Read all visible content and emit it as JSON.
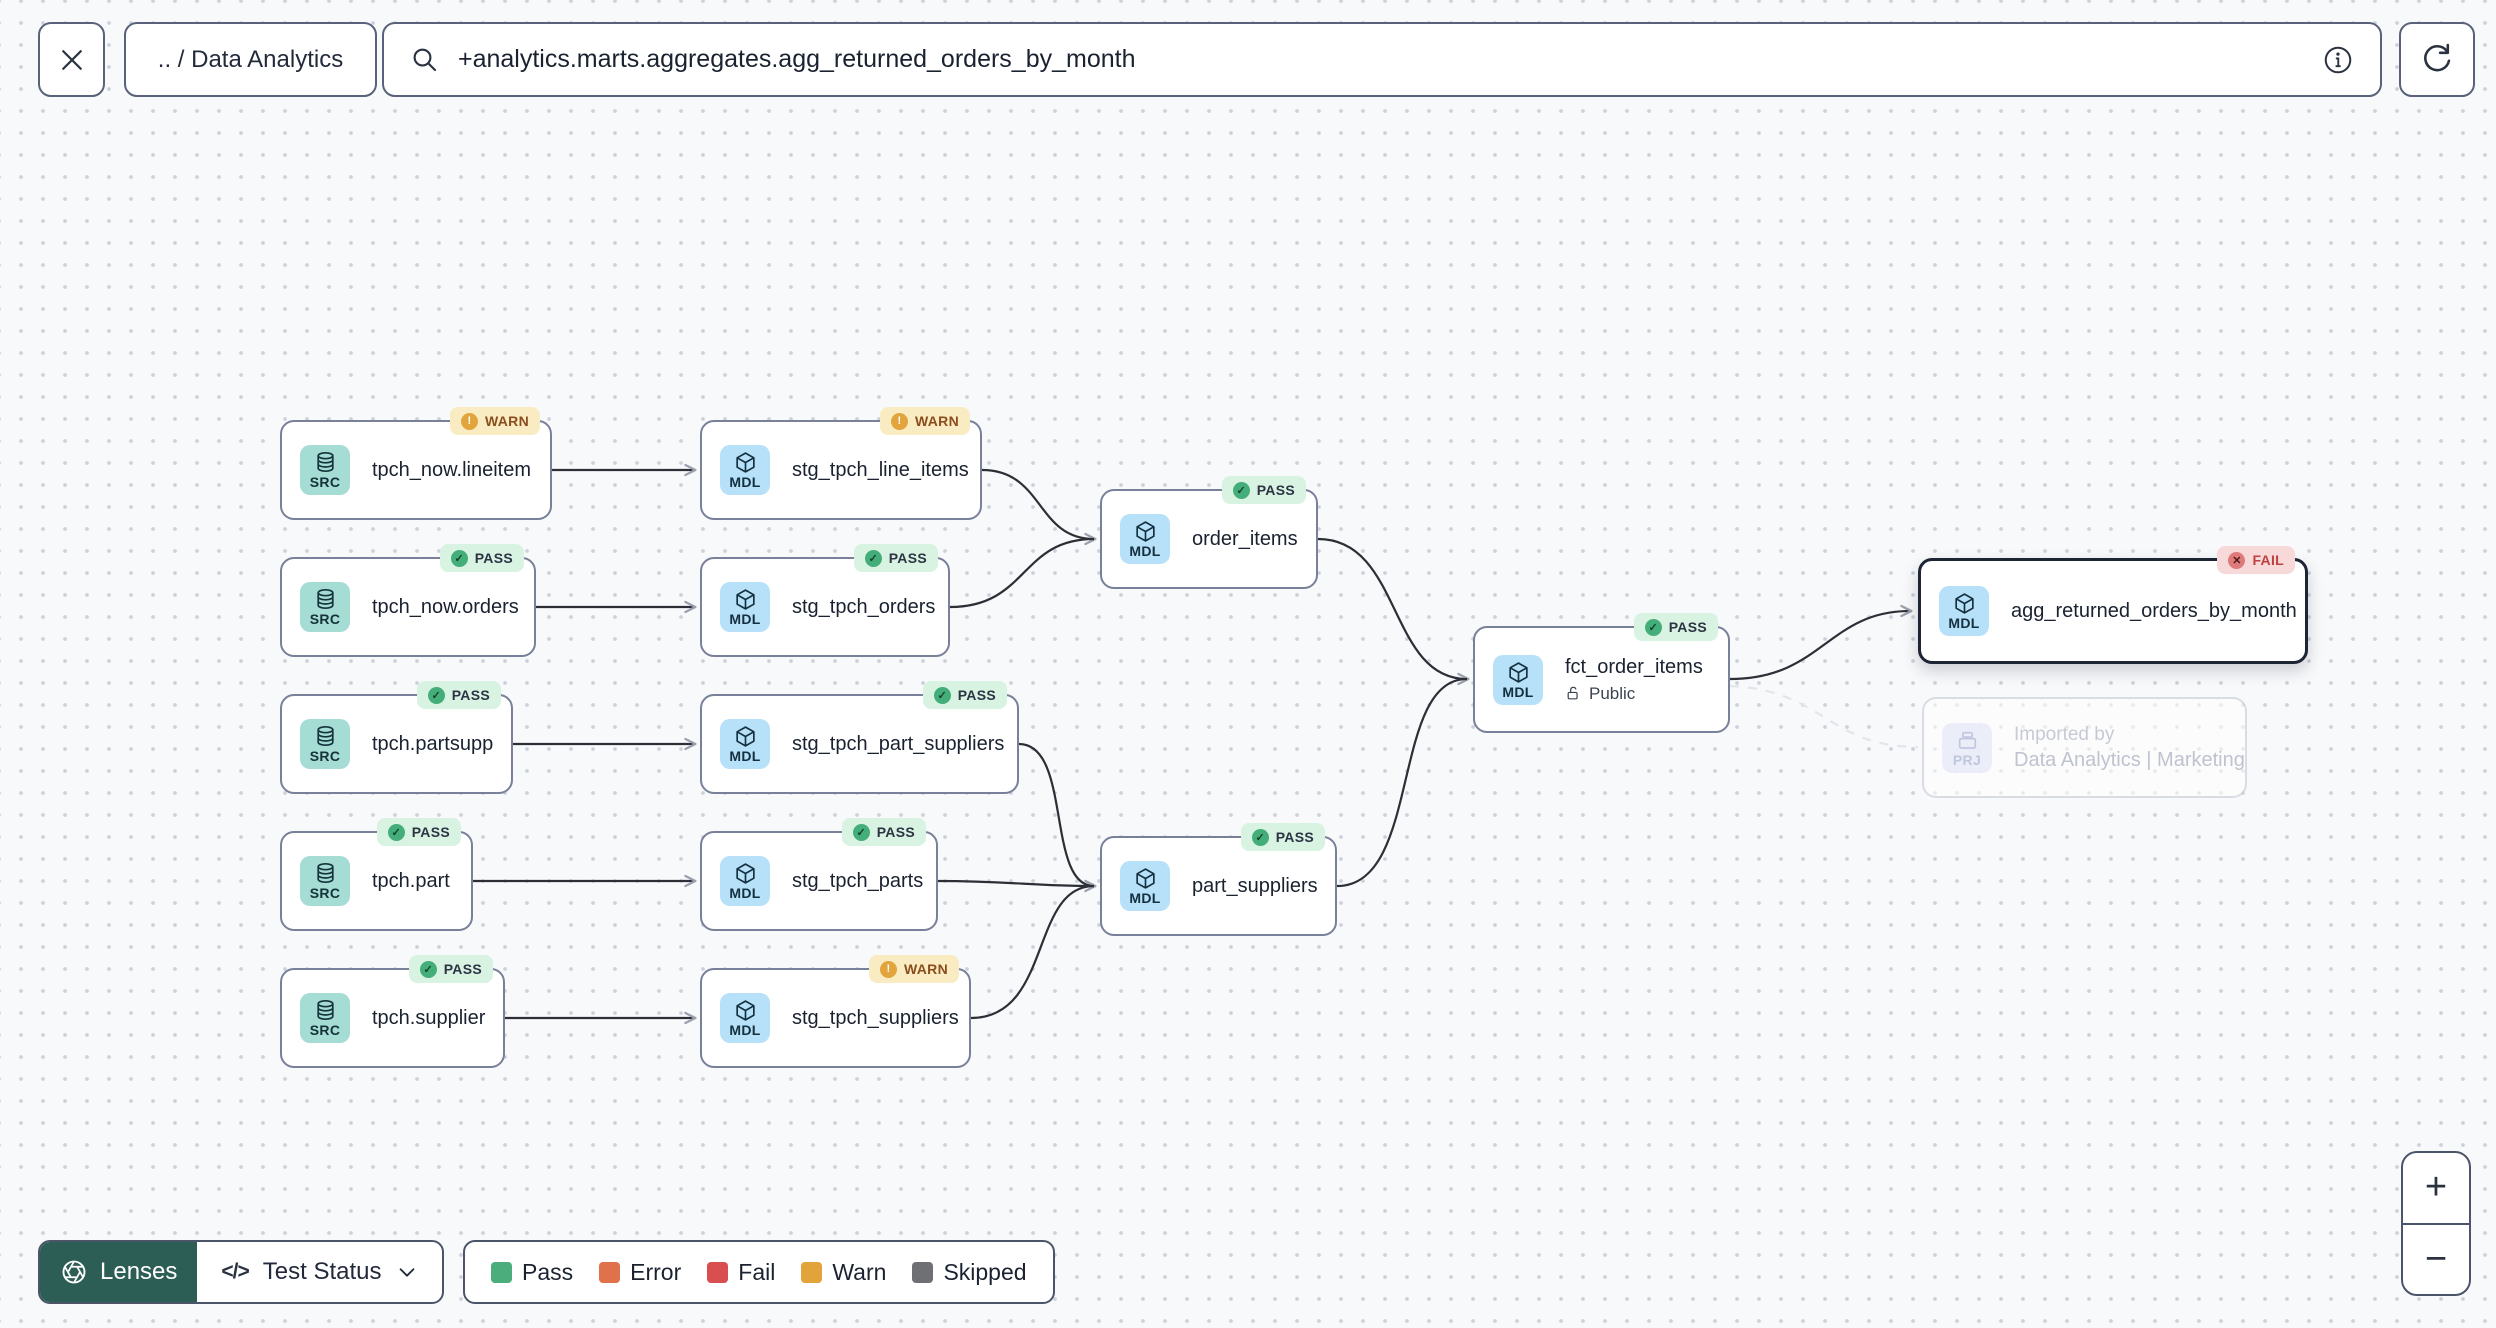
{
  "topbar": {
    "breadcrumb": ".. / Data Analytics",
    "search_value": "+analytics.marts.aggregates.agg_returned_orders_by_month"
  },
  "nodes": [
    {
      "label": "tpch_now.lineitem",
      "type": "SRC",
      "status": "WARN"
    },
    {
      "label": "tpch_now.orders",
      "type": "SRC",
      "status": "PASS"
    },
    {
      "label": "tpch.partsupp",
      "type": "SRC",
      "status": "PASS"
    },
    {
      "label": "tpch.part",
      "type": "SRC",
      "status": "PASS"
    },
    {
      "label": "tpch.supplier",
      "type": "SRC",
      "status": "PASS"
    },
    {
      "label": "stg_tpch_line_items",
      "type": "MDL",
      "status": "WARN"
    },
    {
      "label": "stg_tpch_orders",
      "type": "MDL",
      "status": "PASS"
    },
    {
      "label": "stg_tpch_part_suppliers",
      "type": "MDL",
      "status": "PASS"
    },
    {
      "label": "stg_tpch_parts",
      "type": "MDL",
      "status": "PASS"
    },
    {
      "label": "stg_tpch_suppliers",
      "type": "MDL",
      "status": "WARN"
    },
    {
      "label": "order_items",
      "type": "MDL",
      "status": "PASS"
    },
    {
      "label": "part_suppliers",
      "type": "MDL",
      "status": "PASS"
    },
    {
      "label": "fct_order_items",
      "type": "MDL",
      "status": "PASS",
      "access": "Public"
    },
    {
      "label": "agg_returned_orders_by_month",
      "type": "MDL",
      "status": "FAIL",
      "selected": true
    }
  ],
  "imported_node": {
    "type": "PRJ",
    "line1": "Imported by",
    "line2": "Data Analytics | Marketing"
  },
  "edges": [
    {
      "from": "tpch_now.lineitem",
      "to": "stg_tpch_line_items"
    },
    {
      "from": "tpch_now.orders",
      "to": "stg_tpch_orders"
    },
    {
      "from": "tpch.partsupp",
      "to": "stg_tpch_part_suppliers"
    },
    {
      "from": "tpch.part",
      "to": "stg_tpch_parts"
    },
    {
      "from": "tpch.supplier",
      "to": "stg_tpch_suppliers"
    },
    {
      "from": "stg_tpch_line_items",
      "to": "order_items"
    },
    {
      "from": "stg_tpch_orders",
      "to": "order_items"
    },
    {
      "from": "stg_tpch_part_suppliers",
      "to": "part_suppliers"
    },
    {
      "from": "stg_tpch_parts",
      "to": "part_suppliers"
    },
    {
      "from": "stg_tpch_suppliers",
      "to": "part_suppliers"
    },
    {
      "from": "order_items",
      "to": "fct_order_items"
    },
    {
      "from": "part_suppliers",
      "to": "fct_order_items"
    },
    {
      "from": "fct_order_items",
      "to": "agg_returned_orders_by_month"
    },
    {
      "from": "fct_order_items",
      "to": "Data Analytics | Marketing",
      "style": "dashed"
    }
  ],
  "controls": {
    "lenses_label": "Lenses",
    "lens_selected": "Test Status",
    "code_glyph": "</>",
    "zoom_in": "+",
    "zoom_out": "−"
  },
  "legend": {
    "items": [
      {
        "label": "Pass",
        "color": "#4cad7c"
      },
      {
        "label": "Error",
        "color": "#e0724b"
      },
      {
        "label": "Fail",
        "color": "#d94f4f"
      },
      {
        "label": "Warn",
        "color": "#e2a33b"
      },
      {
        "label": "Skipped",
        "color": "#6e7074"
      }
    ]
  },
  "colors": {
    "accent_dark_teal": "#2d5e56",
    "src_tile": "#a5dcd4",
    "mdl_tile": "#b6e1f9",
    "pass_badge_bg": "#d9f3e2",
    "warn_badge_bg": "#faecc2",
    "fail_badge_bg": "#f8d9d9"
  }
}
